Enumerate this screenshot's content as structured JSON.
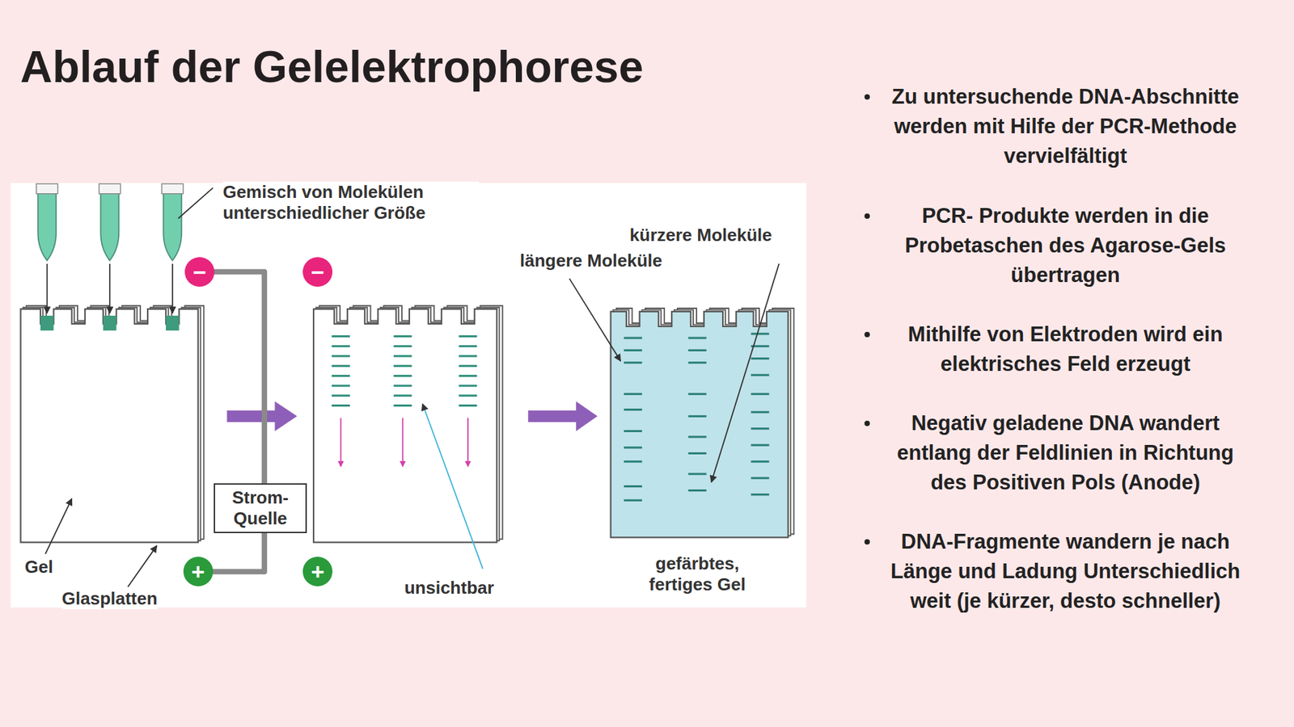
{
  "diagram": {
    "title": "Ablauf der Gelelektrophorese",
    "nodes": [
      {
        "text": [
          "−"
        ]
      },
      {
        "text": [
          "Strom- Quelle"
        ]
      },
      {
        "text": [
          "+"
        ]
      },
      {
        "text": [
          "−"
        ]
      },
      {
        "text": [
          "+"
        ]
      }
    ],
    "edges": [
      {
        "from": 1,
        "to": 0,
        "arrow": "none"
      },
      {
        "from": 1,
        "to": 2,
        "arrow": "none"
      }
    ],
    "labels": [
      "Zu untersuchende DNA-Abschnitte werden mit Hilfe der PCR-Methode vervielfältigt",
      "PCR- Produkte werden in die Probetaschen des Agarose-Gels übertragen",
      "Mithilfe von Elektroden wird ein elektrisches Feld erzeugt",
      "Negativ geladene DNA wandert entlang der Feldlinien in Richtung des Positiven Pols (Anode)",
      "DNA-Fragmente wandern je nach Länge und Ladung Unterschiedlich weit (je kürzer, desto schneller)",
      "Gemisch von Molekülen unterschiedlicher Größe",
      "kürzere Moleküle",
      "längere Moleküle",
      "Gel",
      "Glasplatten",
      "unsichtbar",
      "gefärbtes, fertiges Gel"
    ]
  }
}
